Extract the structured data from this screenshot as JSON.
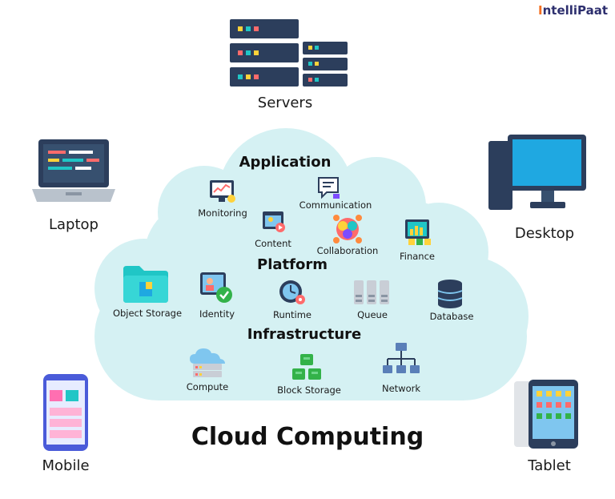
{
  "brand": {
    "logo_text": "ntelliPaat",
    "logo_initial": "I",
    "accent": "#f36f21",
    "dark": "#2d2f6e"
  },
  "title": "Cloud Computing",
  "devices": {
    "servers": "Servers",
    "laptop": "Laptop",
    "desktop": "Desktop",
    "mobile": "Mobile",
    "tablet": "Tablet"
  },
  "sections": {
    "application": "Application",
    "platform": "Platform",
    "infrastructure": "Infrastructure"
  },
  "services": {
    "monitoring": "Monitoring",
    "communication": "Communication",
    "content": "Content",
    "collaboration": "Collaboration",
    "finance": "Finance",
    "object_storage": "Object Storage",
    "identity": "Identity",
    "runtime": "Runtime",
    "queue": "Queue",
    "database": "Database",
    "compute": "Compute",
    "block_storage": "Block Storage",
    "network": "Network"
  },
  "colors": {
    "cloud": "#d5f1f3",
    "navy": "#2c3e5c",
    "teal": "#20c6c6",
    "green": "#33b249"
  }
}
